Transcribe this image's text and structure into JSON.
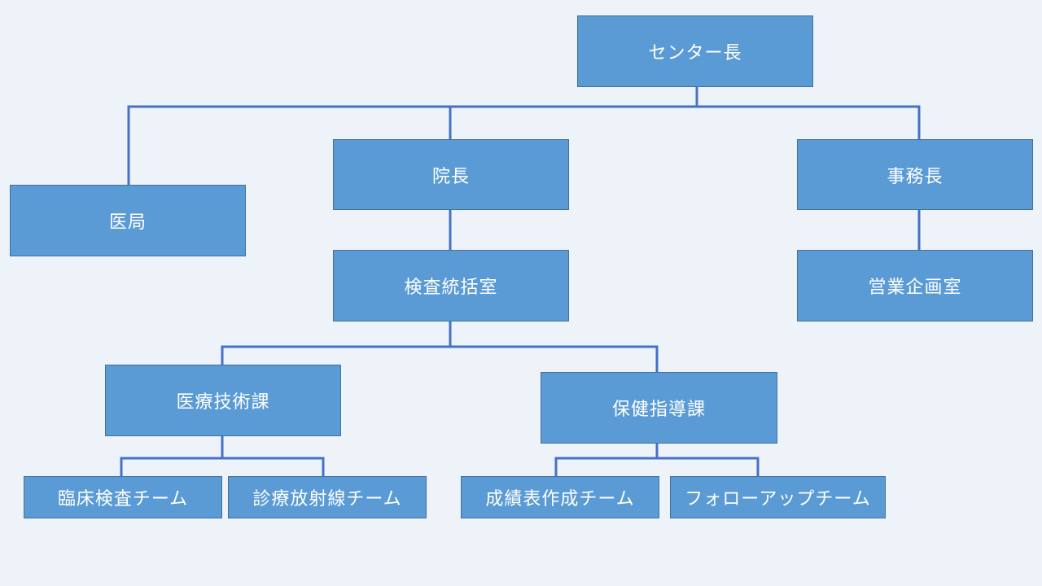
{
  "org_chart": {
    "nodes": {
      "center_head": "センター長",
      "medical_office": "医局",
      "director": "院長",
      "secretary_general": "事務長",
      "inspection_office": "検査統括室",
      "sales_planning": "営業企画室",
      "medical_tech_section": "医療技術課",
      "health_guidance_section": "保健指導課",
      "clinical_lab_team": "臨床検査チーム",
      "radiology_team": "診療放射線チーム",
      "report_team": "成績表作成チーム",
      "followup_team": "フォローアップチーム"
    },
    "edges": [
      [
        "center_head",
        "medical_office"
      ],
      [
        "center_head",
        "director"
      ],
      [
        "center_head",
        "secretary_general"
      ],
      [
        "director",
        "inspection_office"
      ],
      [
        "secretary_general",
        "sales_planning"
      ],
      [
        "inspection_office",
        "medical_tech_section"
      ],
      [
        "inspection_office",
        "health_guidance_section"
      ],
      [
        "medical_tech_section",
        "clinical_lab_team"
      ],
      [
        "medical_tech_section",
        "radiology_team"
      ],
      [
        "health_guidance_section",
        "report_team"
      ],
      [
        "health_guidance_section",
        "followup_team"
      ]
    ],
    "colors": {
      "node_fill": "#5B9BD5",
      "node_border": "#41719C",
      "connector": "#4472C4",
      "text": "#FFFFFF",
      "background": "#EEF3FA"
    }
  }
}
